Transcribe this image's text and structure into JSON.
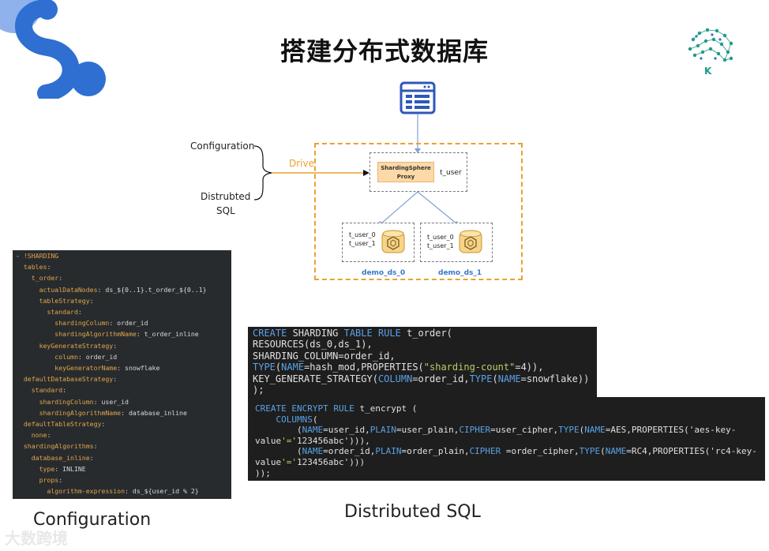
{
  "title": "搭建分布式数据库",
  "logo_letter": "K",
  "diagram": {
    "configuration_label": "Configuration",
    "distributed_sql_label_line1": "Distrubted",
    "distributed_sql_label_line2": "SQL",
    "drive_label": "Drive",
    "proxy_line1": "ShardingSphere",
    "proxy_line2": "Proxy",
    "proxy_table": "t_user",
    "ds0": {
      "table1": "t_user_0",
      "table2": "t_user_1",
      "name": "demo_ds_0"
    },
    "ds1": {
      "table1": "t_user_0",
      "table2": "t_user_1",
      "name": "demo_ds_1"
    }
  },
  "yaml_lines": [
    "- !SHARDING",
    "  tables:",
    "    t_order:",
    "      actualDataNodes: ds_${0..1}.t_order_${0..1}",
    "      tableStrategy:",
    "        standard:",
    "          shardingColumn: order_id",
    "          shardingAlgorithmName: t_order_inline",
    "      keyGenerateStrategy:",
    "          column: order_id",
    "          keyGeneratorName: snowflake",
    "  defaultDatabaseStrategy:",
    "    standard:",
    "      shardingColumn: user_id",
    "      shardingAlgorithmName: database_inline",
    "  defaultTableStrategy:",
    "    none:",
    "  shardingAlgorithms:",
    "    database_inline:",
    "      type: INLINE",
    "      props:",
    "        algorithm-expression: ds_${user_id % 2}"
  ],
  "sql_sharding_lines": [
    "CREATE SHARDING TABLE RULE t_order(",
    "RESOURCES(ds_0,ds_1),",
    "SHARDING_COLUMN=order_id,",
    "TYPE(NAME=hash_mod,PROPERTIES(\"sharding-count\"=4)),",
    "KEY_GENERATE_STRATEGY(COLUMN=order_id,TYPE(NAME=snowflake))",
    ");"
  ],
  "sql_encrypt_lines": [
    "CREATE ENCRYPT RULE t_encrypt (",
    "    COLUMNS(",
    "        (NAME=user_id,PLAIN=user_plain,CIPHER=user_cipher,TYPE(NAME=AES,PROPERTIES('aes-key-",
    "value'='123456abc'))),",
    "        (NAME=order_id,PLAIN=order_plain,CIPHER =order_cipher,TYPE(NAME=RC4,PROPERTIES('rc4-key-",
    "value'='123456abc')))",
    "));"
  ],
  "caption_configuration": "Configuration",
  "caption_distributed_sql": "Distributed SQL",
  "watermark": "大数跨境",
  "colors": {
    "accent_orange": "#e8a230",
    "link_blue": "#3a78c9",
    "arrow_blue": "#7f9fd6",
    "brand_blue": "#2e6fd1"
  }
}
